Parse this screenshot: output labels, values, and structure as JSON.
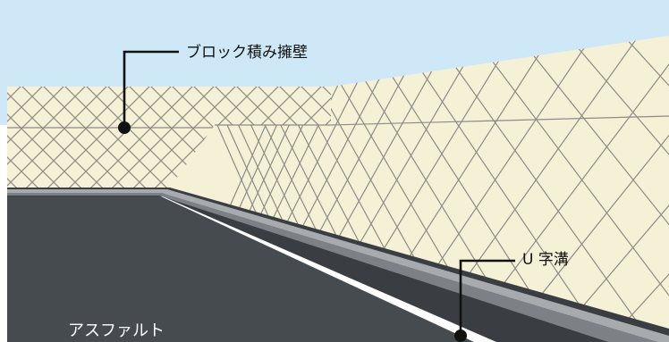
{
  "labels": {
    "retaining_wall": "ブロック積み擁壁",
    "u_ditch": "U 字溝",
    "asphalt": "アスファルト"
  },
  "colors": {
    "sky": "#cfe8f7",
    "wall_fill": "#f4f1d6",
    "wall_line": "#8c8c86",
    "asphalt": "#464b50",
    "ditch_dark": "#3a3e42",
    "ditch_light": "#a8abae",
    "ditch_mid": "#7d8185",
    "leader": "#111111"
  },
  "icons": {
    "leader_marker": "black-dot-icon"
  }
}
